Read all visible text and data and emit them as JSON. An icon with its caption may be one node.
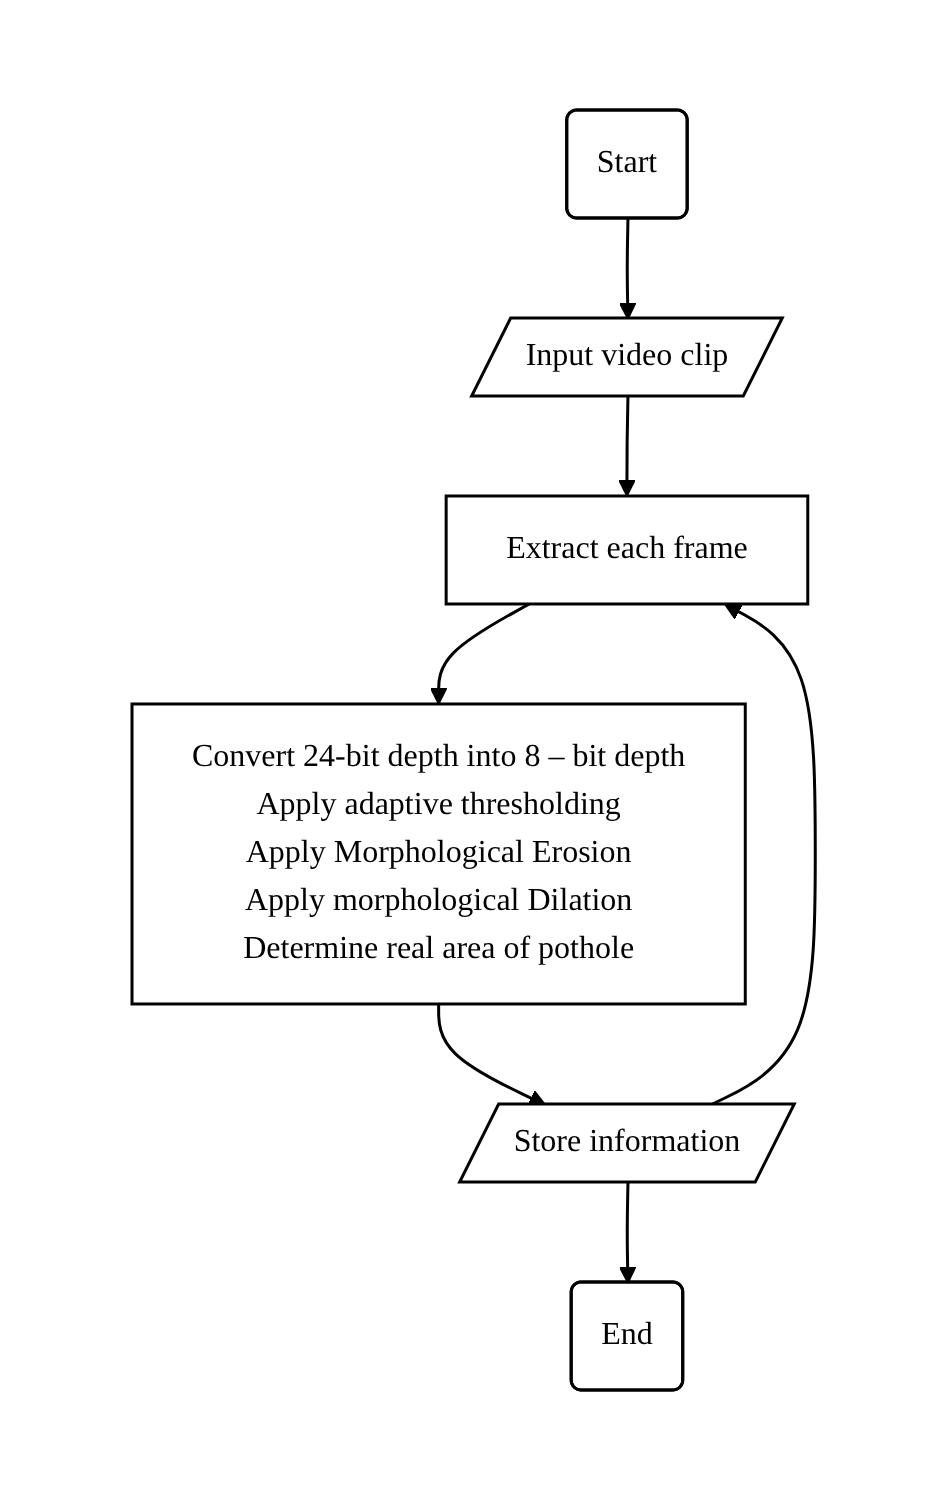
{
  "diagram": {
    "nodes": [
      {
        "text": [
          "Start"
        ]
      },
      {
        "text": [
          "Input video clip"
        ]
      },
      {
        "text": [
          "Extract each frame"
        ]
      },
      {
        "text": [
          "Convert 24-bit depth into 8 – bit depth",
          "Apply adaptive thresholding",
          "Apply Morphological Erosion",
          "Apply morphological Dilation",
          "Determine real area of pothole"
        ]
      },
      {
        "text": [
          "Store information"
        ]
      },
      {
        "text": [
          "End"
        ]
      }
    ],
    "edges": [
      {
        "from": 0,
        "to": 1,
        "arrow": "to"
      },
      {
        "from": 1,
        "to": 2,
        "arrow": "to"
      },
      {
        "from": 2,
        "to": 3,
        "arrow": "to"
      },
      {
        "from": 3,
        "to": 4,
        "arrow": "to"
      },
      {
        "from": 4,
        "to": 5,
        "arrow": "to"
      },
      {
        "from": 4,
        "to": 2,
        "arrow": "to"
      }
    ]
  }
}
